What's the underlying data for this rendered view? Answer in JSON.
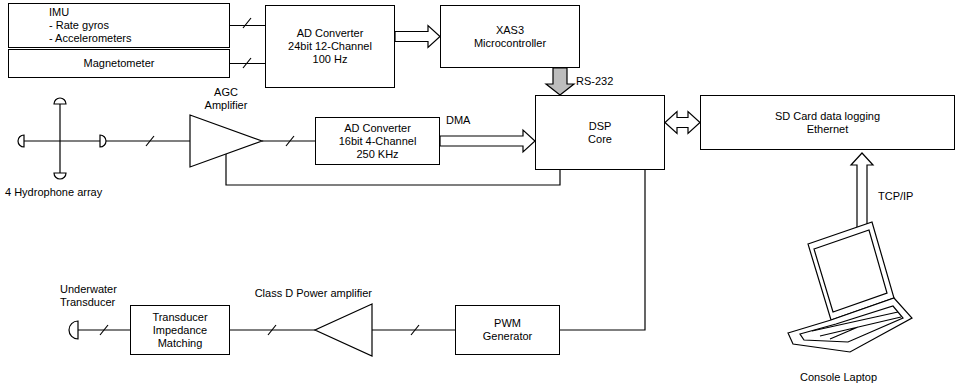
{
  "diagram": {
    "nodes": [
      {
        "text": [
          "IMU",
          "- Rate gyros",
          "- Accelerometers"
        ]
      },
      {
        "text": [
          "Magnetometer"
        ]
      },
      {
        "text": [
          "AD Converter 24bit 12-Channel 100 Hz"
        ]
      },
      {
        "text": [
          "XAS3 Microcontroller"
        ]
      },
      {
        "text": [
          "AGC Amplifier"
        ]
      },
      {
        "text": [
          "AD Converter 16bit 4-Channel 250 KHz"
        ]
      },
      {
        "text": [
          "DSP Core"
        ]
      },
      {
        "text": [
          "SD Card data logging Ethernet"
        ]
      },
      {
        "text": [
          "Class D Power amplifier"
        ]
      },
      {
        "text": [
          "Transducer Impedance Matching"
        ]
      },
      {
        "text": [
          "PWM Generator"
        ]
      }
    ],
    "edges": [
      {
        "from": 0,
        "to": 2,
        "arrow": "none"
      },
      {
        "from": 1,
        "to": 2,
        "arrow": "none"
      },
      {
        "from": 2,
        "to": 3,
        "arrow": "to"
      },
      {
        "from": 3,
        "to": 6,
        "label": "RS-232",
        "arrow": "to"
      },
      {
        "from": 4,
        "to": 5,
        "arrow": "none"
      },
      {
        "from": 5,
        "to": 6,
        "label": "DMA",
        "arrow": "to"
      },
      {
        "from": 6,
        "to": 7,
        "arrow": "both"
      },
      {
        "from": 6,
        "to": 4,
        "arrow": "none"
      },
      {
        "from": 6,
        "to": 10,
        "arrow": "none"
      },
      {
        "from": 10,
        "to": 8,
        "arrow": "none"
      },
      {
        "from": 8,
        "to": 9,
        "arrow": "none"
      }
    ],
    "labels": [
      "4 Hydrophone array",
      "Underwater Transducer",
      "TCP/IP",
      "Console Laptop"
    ]
  }
}
